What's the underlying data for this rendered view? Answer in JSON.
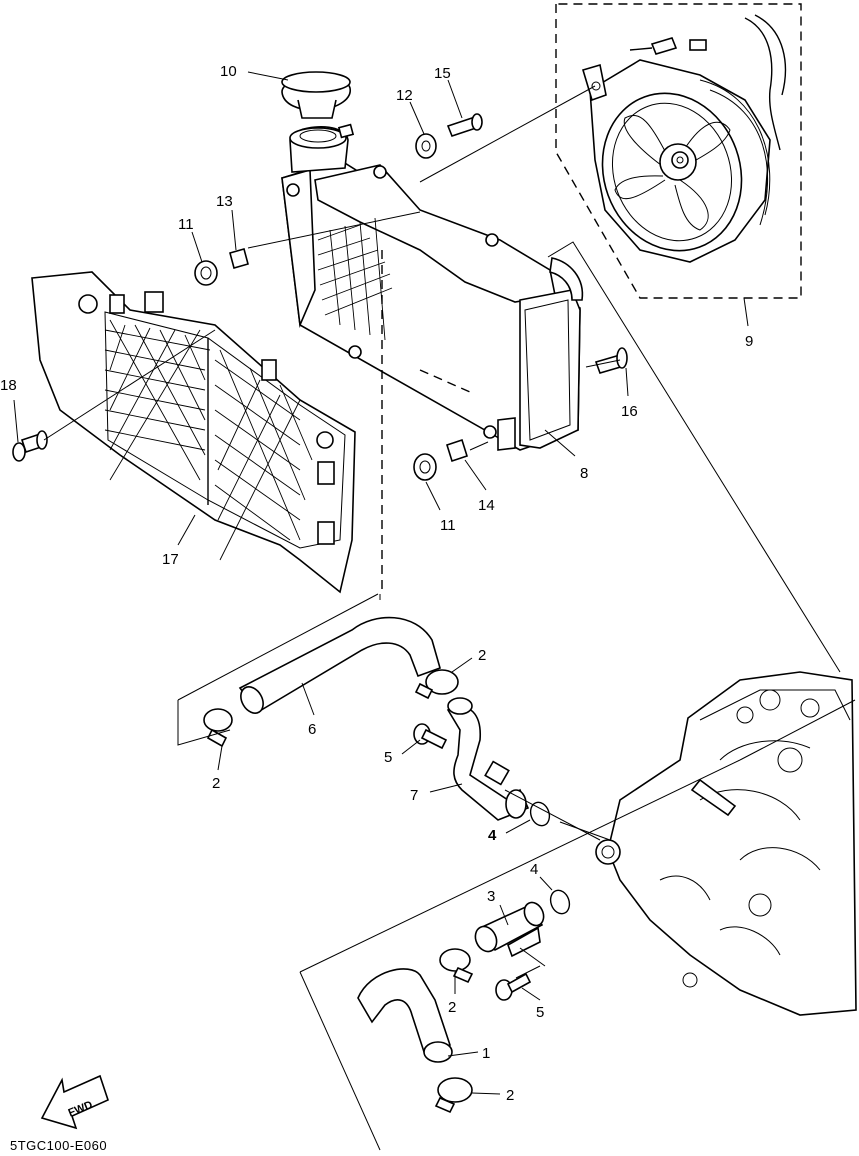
{
  "diagram": {
    "code": "5TGC100-E060",
    "fwd_label": "FWD",
    "callouts": [
      {
        "id": "n10",
        "text": "10"
      },
      {
        "id": "n15",
        "text": "15"
      },
      {
        "id": "n12",
        "text": "12"
      },
      {
        "id": "n13",
        "text": "13"
      },
      {
        "id": "n11a",
        "text": "11"
      },
      {
        "id": "n18",
        "text": "18"
      },
      {
        "id": "n9",
        "text": "9"
      },
      {
        "id": "n16",
        "text": "16"
      },
      {
        "id": "n8",
        "text": "8"
      },
      {
        "id": "n14",
        "text": "14"
      },
      {
        "id": "n11b",
        "text": "11"
      },
      {
        "id": "n17",
        "text": "17"
      },
      {
        "id": "n2a",
        "text": "2"
      },
      {
        "id": "n6",
        "text": "6"
      },
      {
        "id": "n5a",
        "text": "5"
      },
      {
        "id": "n2b",
        "text": "2"
      },
      {
        "id": "n7",
        "text": "7"
      },
      {
        "id": "n4a",
        "text": "4"
      },
      {
        "id": "n4b",
        "text": "4"
      },
      {
        "id": "n3",
        "text": "3"
      },
      {
        "id": "n2c",
        "text": "2"
      },
      {
        "id": "n5b",
        "text": "5"
      },
      {
        "id": "n1",
        "text": "1"
      },
      {
        "id": "n2d",
        "text": "2"
      }
    ]
  }
}
